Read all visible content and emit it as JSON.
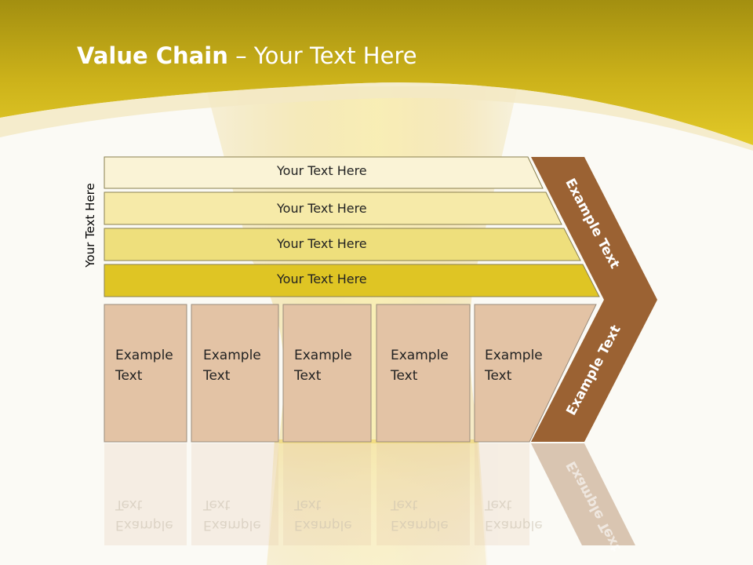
{
  "slide": {
    "title_bold": "Value Chain",
    "title_rest": " – Your Text Here",
    "side_label": "Your Text Here"
  },
  "bands": [
    {
      "label": "Your Text Here",
      "color": "#faf3d6"
    },
    {
      "label": "Your Text Here",
      "color": "#f6eaa8"
    },
    {
      "label": "Your Text Here",
      "color": "#eedf7c"
    },
    {
      "label": "Your Text Here",
      "color": "#dfc524"
    }
  ],
  "activities": [
    {
      "line1": "Example",
      "line2": "Text"
    },
    {
      "line1": "Example",
      "line2": "Text"
    },
    {
      "line1": "Example",
      "line2": "Text"
    },
    {
      "line1": "Example",
      "line2": "Text"
    },
    {
      "line1": "Example",
      "line2": "Text"
    }
  ],
  "chevron": {
    "upper_label": "Example Text",
    "lower_label": "Example Text",
    "color": "#9b6233"
  },
  "colors": {
    "header_gold": "#d6bd17",
    "cell_fill": "#e3c3a5",
    "cell_border": "#9a8b7a",
    "band_border": "#8a8050"
  }
}
